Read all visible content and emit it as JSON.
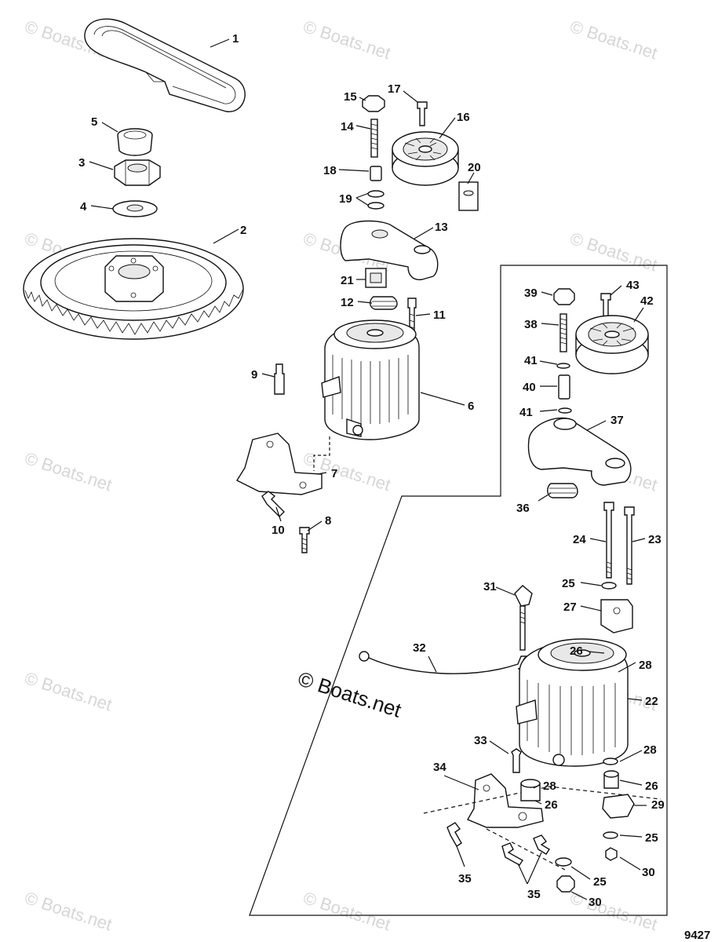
{
  "diagram": {
    "figure_number": "9427",
    "watermark": "© Boats.net",
    "callouts": [
      {
        "id": "c1",
        "label": "1"
      },
      {
        "id": "c2",
        "label": "2"
      },
      {
        "id": "c3",
        "label": "3"
      },
      {
        "id": "c4",
        "label": "4"
      },
      {
        "id": "c5",
        "label": "5"
      },
      {
        "id": "c6",
        "label": "6"
      },
      {
        "id": "c7",
        "label": "7"
      },
      {
        "id": "c8",
        "label": "8"
      },
      {
        "id": "c9",
        "label": "9"
      },
      {
        "id": "c10",
        "label": "10"
      },
      {
        "id": "c11",
        "label": "11"
      },
      {
        "id": "c12",
        "label": "12"
      },
      {
        "id": "c13",
        "label": "13"
      },
      {
        "id": "c14",
        "label": "14"
      },
      {
        "id": "c15",
        "label": "15"
      },
      {
        "id": "c16",
        "label": "16"
      },
      {
        "id": "c17",
        "label": "17"
      },
      {
        "id": "c18",
        "label": "18"
      },
      {
        "id": "c19",
        "label": "19"
      },
      {
        "id": "c20",
        "label": "20"
      },
      {
        "id": "c21",
        "label": "21"
      },
      {
        "id": "c22",
        "label": "22"
      },
      {
        "id": "c23",
        "label": "23"
      },
      {
        "id": "c24",
        "label": "24"
      },
      {
        "id": "c25a",
        "label": "25"
      },
      {
        "id": "c25b",
        "label": "25"
      },
      {
        "id": "c25c",
        "label": "25"
      },
      {
        "id": "c26a",
        "label": "26"
      },
      {
        "id": "c26b",
        "label": "26"
      },
      {
        "id": "c26c",
        "label": "26"
      },
      {
        "id": "c27",
        "label": "27"
      },
      {
        "id": "c28a",
        "label": "28"
      },
      {
        "id": "c28b",
        "label": "28"
      },
      {
        "id": "c28c",
        "label": "28"
      },
      {
        "id": "c29",
        "label": "29"
      },
      {
        "id": "c30a",
        "label": "30"
      },
      {
        "id": "c30b",
        "label": "30"
      },
      {
        "id": "c31",
        "label": "31"
      },
      {
        "id": "c32",
        "label": "32"
      },
      {
        "id": "c33",
        "label": "33"
      },
      {
        "id": "c34",
        "label": "34"
      },
      {
        "id": "c35a",
        "label": "35"
      },
      {
        "id": "c35b",
        "label": "35"
      },
      {
        "id": "c36",
        "label": "36"
      },
      {
        "id": "c37",
        "label": "37"
      },
      {
        "id": "c38",
        "label": "38"
      },
      {
        "id": "c39",
        "label": "39"
      },
      {
        "id": "c40",
        "label": "40"
      },
      {
        "id": "c41a",
        "label": "41"
      },
      {
        "id": "c41b",
        "label": "41"
      },
      {
        "id": "c42",
        "label": "42"
      },
      {
        "id": "c43",
        "label": "43"
      }
    ]
  }
}
